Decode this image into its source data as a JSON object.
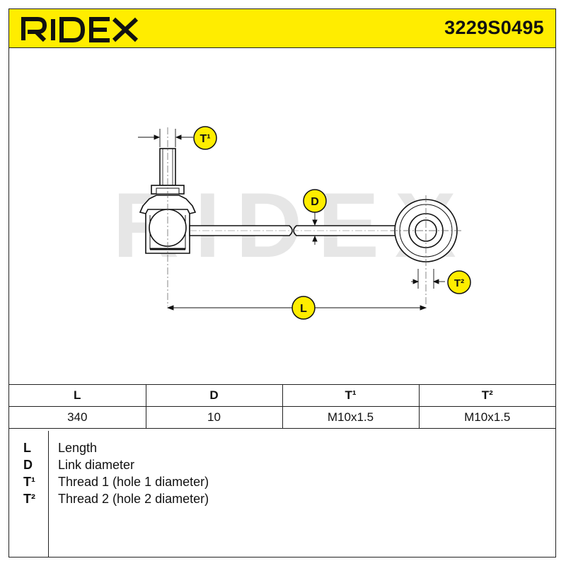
{
  "header": {
    "brand": "RIDEX",
    "part_number": "3229S0495",
    "brand_color": "#ffed00"
  },
  "drawing": {
    "watermark": "RIDEX",
    "callouts": {
      "t1": "T¹",
      "d": "D",
      "t2": "T²",
      "l": "L"
    }
  },
  "spec_table": {
    "headers": [
      "L",
      "D",
      "T¹",
      "T²"
    ],
    "values": [
      "340",
      "10",
      "M10x1.5",
      "M10x1.5"
    ]
  },
  "legend": [
    {
      "symbol": "L",
      "description": "Length"
    },
    {
      "symbol": "D",
      "description": "Link diameter"
    },
    {
      "symbol": "T¹",
      "description": "Thread 1 (hole 1 diameter)"
    },
    {
      "symbol": "T²",
      "description": "Thread 2 (hole 2 diameter)"
    }
  ]
}
